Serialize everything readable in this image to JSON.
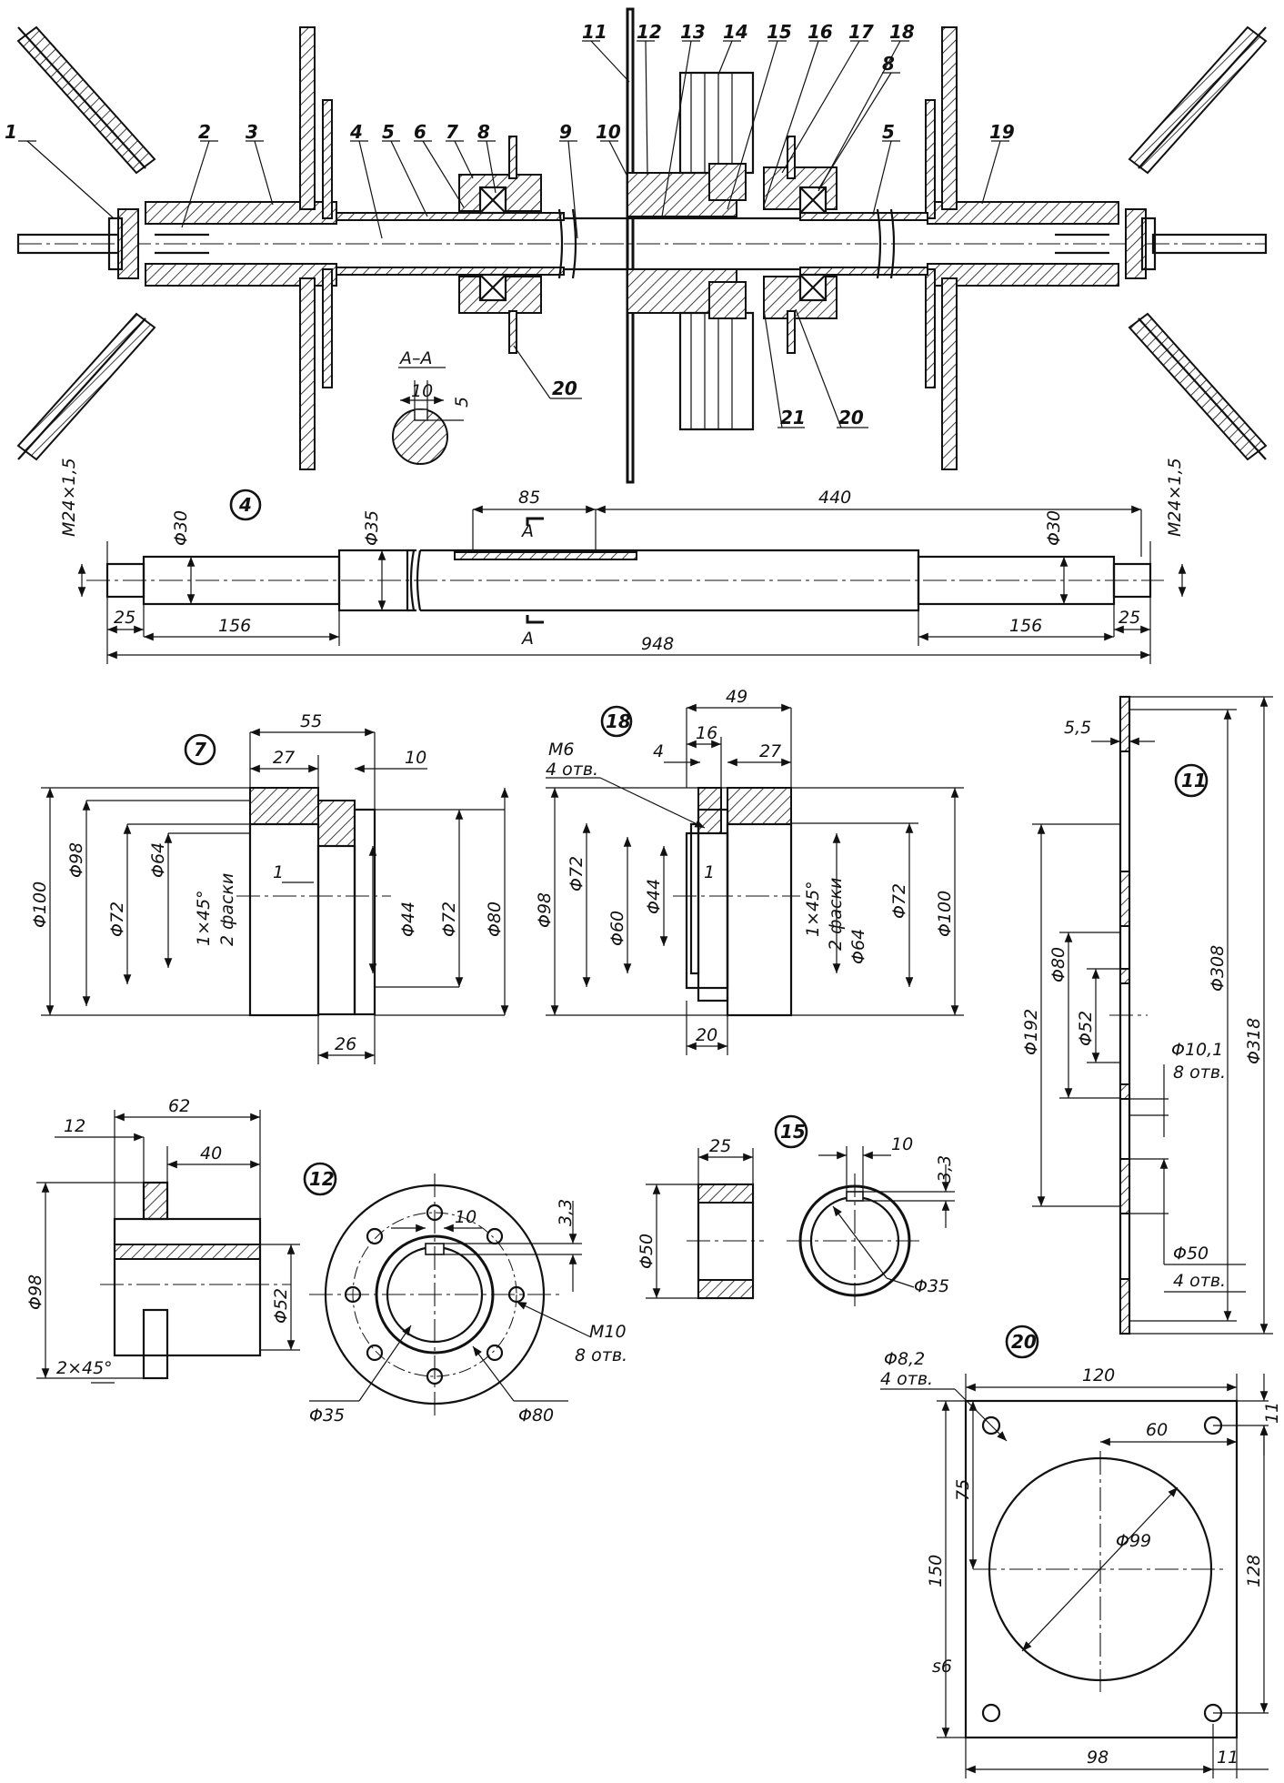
{
  "assembly": {
    "callouts": [
      "1",
      "2",
      "3",
      "4",
      "5",
      "6",
      "7",
      "8",
      "9",
      "10",
      "11",
      "12",
      "13",
      "14",
      "15",
      "16",
      "17",
      "18",
      "8",
      "5",
      "19",
      "20",
      "21",
      "20"
    ],
    "section_label": "А–А",
    "section_dims": [
      "10",
      "5"
    ]
  },
  "shaft4": {
    "badge": "4",
    "dims": {
      "thread_left": "M24×1,5",
      "thread_right": "M24×1,5",
      "d30_left": "Φ30",
      "d35": "Φ35",
      "d30_right": "Φ30",
      "keyway_len": "85",
      "len_440": "440",
      "len_25_left": "25",
      "len_156_left": "156",
      "total": "948",
      "len_156_right": "156",
      "len_25_right": "25",
      "sec_top": "А",
      "sec_bottom": "А"
    }
  },
  "part7": {
    "badge": "7",
    "dims": {
      "d100": "Φ100",
      "d98": "Φ98",
      "d72a": "Φ72",
      "d64": "Φ64",
      "chamfer": "1×45°",
      "chamfer2": "2 фаски",
      "one": "1",
      "d44": "Φ44",
      "d72b": "Φ72",
      "d80": "Φ80",
      "w55": "55",
      "w27": "27",
      "w10": "10",
      "w26": "26"
    }
  },
  "part18": {
    "badge": "18",
    "dims": {
      "m6": "M6",
      "m6n": "4 отв.",
      "w49": "49",
      "w16": "16",
      "w4": "4",
      "w27": "27",
      "d98": "Φ98",
      "d72a": "Φ72",
      "d60": "Φ60",
      "d44": "Φ44",
      "one": "1",
      "chamfer": "1×45°",
      "chamfer2": "2 фаски",
      "d64": "Φ64",
      "d72b": "Φ72",
      "d100": "Φ100",
      "w20": "20"
    }
  },
  "part11": {
    "badge": "11",
    "dims": {
      "t55": "5,5",
      "d192": "Φ192",
      "d80": "Φ80",
      "d52": "Φ52",
      "d101": "Φ10,1",
      "d101n": "8 отв.",
      "d50": "Φ50",
      "d50n": "4 отв.",
      "d308": "Φ308",
      "d318": "Φ318"
    }
  },
  "part12": {
    "badge": "12",
    "dims": {
      "w62": "62",
      "w12": "12",
      "w40": "40",
      "d98": "Φ98",
      "d52": "Φ52",
      "chamfer": "2×45°",
      "w10": "10",
      "k33": "3,3",
      "m10": "M10",
      "m10n": "8 отв.",
      "d35": "Φ35",
      "d80": "Φ80"
    }
  },
  "part15": {
    "badge": "15",
    "dims": {
      "w25": "25",
      "d50": "Φ50",
      "w10": "10",
      "k33": "3,3",
      "d35": "Φ35"
    }
  },
  "part20": {
    "badge": "20",
    "dims": {
      "hole": "Φ8,2",
      "holen": "4 отв.",
      "w120": "120",
      "w60": "60",
      "h11a": "11",
      "h75": "75",
      "d99": "Φ99",
      "h150": "150",
      "h128": "128",
      "s6": "s6",
      "w98": "98",
      "w11b": "11"
    }
  }
}
